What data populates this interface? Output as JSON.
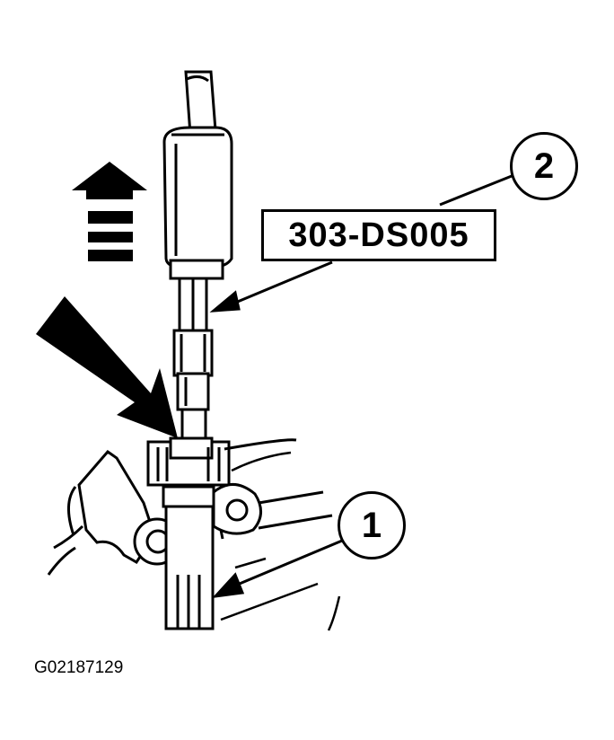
{
  "diagram": {
    "tool_label": "303-DS005",
    "callouts": [
      "2",
      "1"
    ],
    "figure_id": "G02187129",
    "colors": {
      "ink": "#000000",
      "paper": "#ffffff"
    },
    "icons": {
      "lift_direction": "up-arrow-icon",
      "attention_pointer": "large-diagonal-arrow-icon"
    }
  }
}
